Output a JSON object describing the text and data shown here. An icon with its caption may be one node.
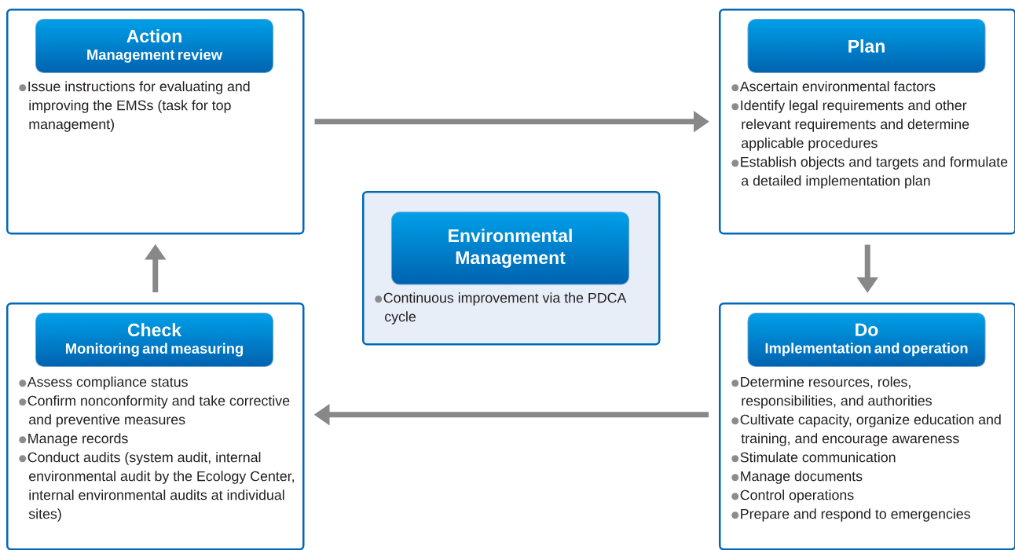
{
  "diagram": {
    "nodes": [
      {
        "text": [
          "Issue instructions for evaluating and improving the EMSs (task for top management)"
        ]
      },
      {
        "text": [
          "Action",
          "Management review"
        ],
        "in": 0
      },
      {
        "text": [
          "Ascertain environmental factors",
          "Identify legal requirements and other relevant requirements and determine applicable procedures",
          "Establish objects and targets and formulate a detailed implementation plan"
        ]
      },
      {
        "text": [
          "Plan"
        ],
        "in": 2
      },
      {
        "text": [
          "Continuous improvement via the PDCA cycle"
        ]
      },
      {
        "text": [
          "Environmental Management"
        ],
        "in": 4
      },
      {
        "text": [
          "Assess compliance status",
          "Confirm nonconformity and take corrective and preventive measures",
          "Manage records",
          "Conduct audits (system audit, internal environmental audit by the Ecology Center, internal environmental audits at individual sites)"
        ]
      },
      {
        "text": [
          "Check",
          "Monitoring and measuring"
        ],
        "in": 6
      },
      {
        "text": [
          "Determine resources, roles, responsibilities, and authorities",
          "Cultivate capacity, organize education and training, and encourage awareness",
          "Stimulate communication",
          "Manage documents",
          "Control operations",
          "Prepare and respond to emergencies"
        ]
      },
      {
        "text": [
          "Do",
          "Implementation and operation"
        ],
        "in": 8
      }
    ],
    "edges": [
      {
        "from": 0,
        "to": 2,
        "arrow": "to"
      },
      {
        "from": 2,
        "to": 8,
        "arrow": "to"
      },
      {
        "from": 8,
        "to": 6,
        "arrow": "to"
      },
      {
        "from": 6,
        "to": 0,
        "arrow": "to"
      }
    ]
  }
}
